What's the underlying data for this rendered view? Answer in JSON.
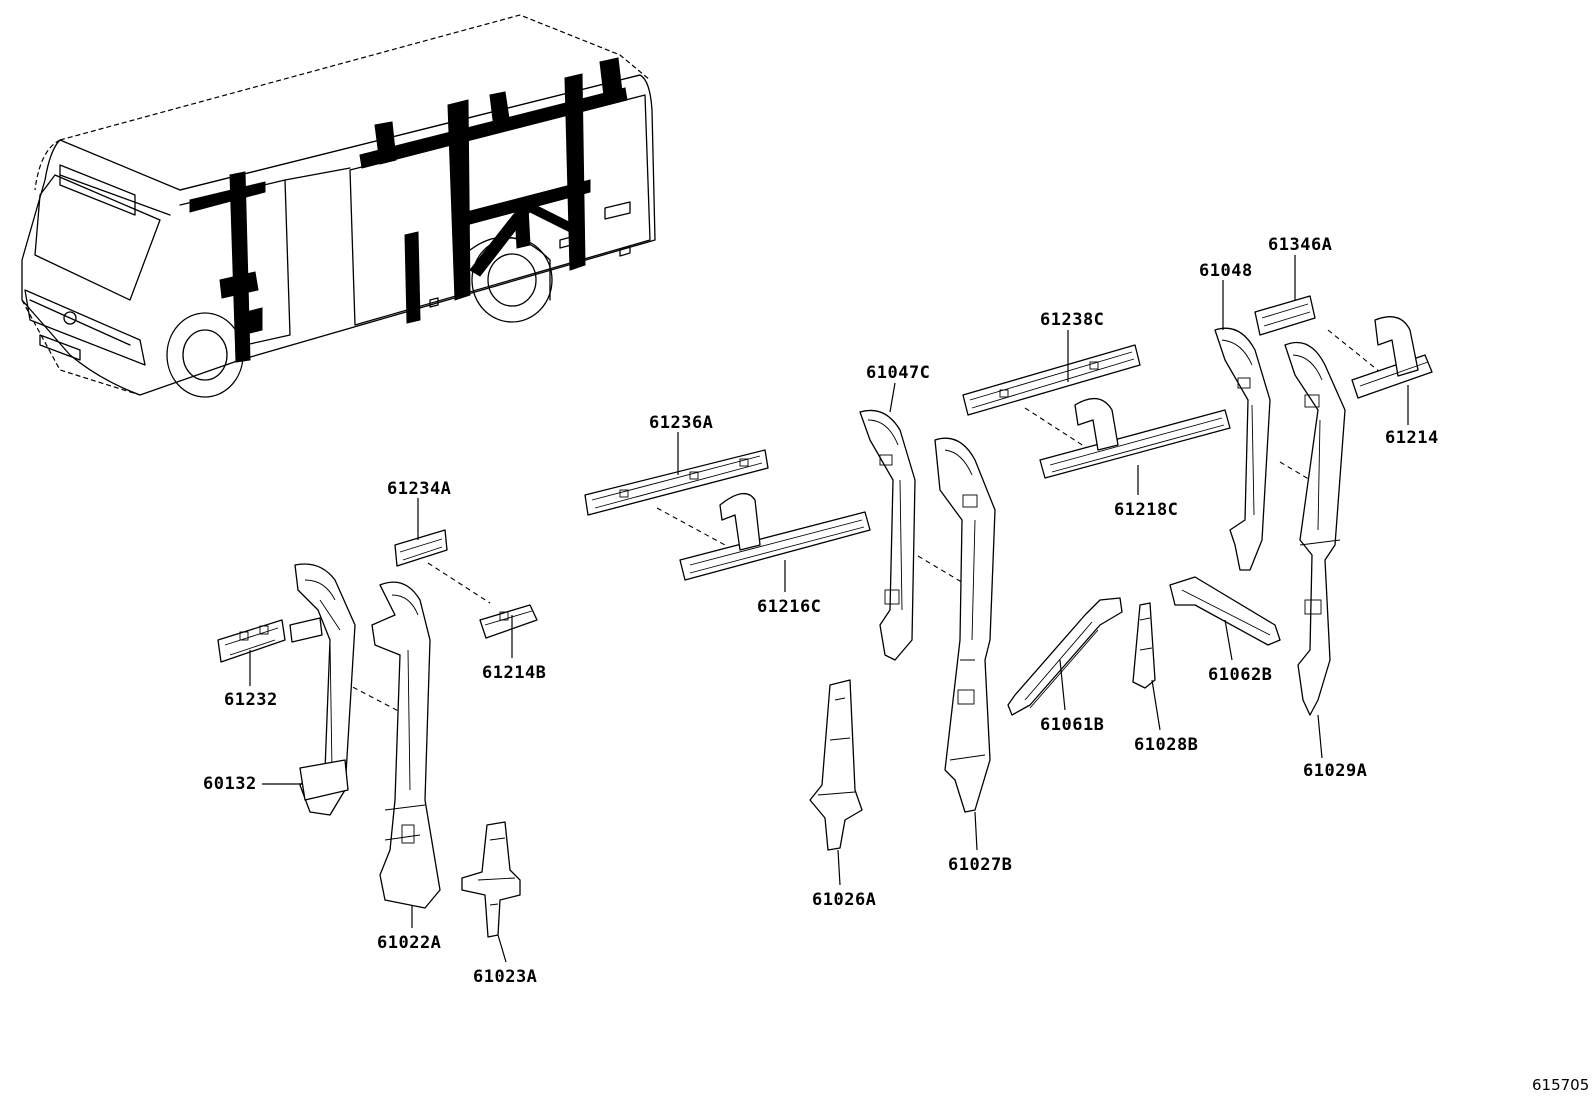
{
  "figure_id": "615705",
  "parts": [
    {
      "id": "p61346A",
      "label": "61346A"
    },
    {
      "id": "p61048",
      "label": "61048"
    },
    {
      "id": "p61238C",
      "label": "61238C"
    },
    {
      "id": "p61047C",
      "label": "61047C"
    },
    {
      "id": "p61214",
      "label": "61214"
    },
    {
      "id": "p61236A",
      "label": "61236A"
    },
    {
      "id": "p61218C",
      "label": "61218C"
    },
    {
      "id": "p61234A",
      "label": "61234A"
    },
    {
      "id": "p61216C",
      "label": "61216C"
    },
    {
      "id": "p61214B",
      "label": "61214B"
    },
    {
      "id": "p61062B",
      "label": "61062B"
    },
    {
      "id": "p61232",
      "label": "61232"
    },
    {
      "id": "p61061B",
      "label": "61061B"
    },
    {
      "id": "p61028B",
      "label": "61028B"
    },
    {
      "id": "p60132",
      "label": "60132"
    },
    {
      "id": "p61029A",
      "label": "61029A"
    },
    {
      "id": "p61027B",
      "label": "61027B"
    },
    {
      "id": "p61026A",
      "label": "61026A"
    },
    {
      "id": "p61022A",
      "label": "61022A"
    },
    {
      "id": "p61023A",
      "label": "61023A"
    }
  ]
}
